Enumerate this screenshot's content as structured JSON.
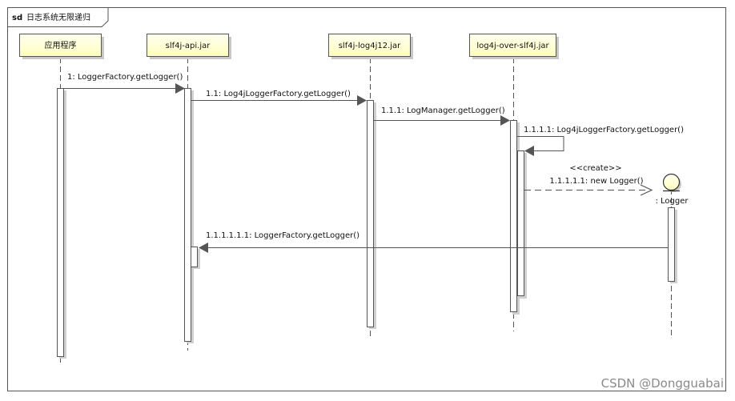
{
  "frame": {
    "keyword": "sd",
    "title": "日志系统无限递归"
  },
  "lifelines": [
    {
      "id": "app",
      "label": "应用程序"
    },
    {
      "id": "slf4j_api",
      "label": "slf4j-api.jar"
    },
    {
      "id": "slf4j_log4j12",
      "label": "slf4j-log4j12.jar"
    },
    {
      "id": "log4j_over_slf4j",
      "label": "log4j-over-slf4j.jar"
    },
    {
      "id": "logger",
      "label": ": Logger"
    }
  ],
  "messages": [
    {
      "label": "1: LoggerFactory.getLogger()"
    },
    {
      "label": "1.1: Log4jLoggerFactory.getLogger()"
    },
    {
      "label": "1.1.1: LogManager.getLogger()"
    },
    {
      "label": "1.1.1.1: Log4jLoggerFactory.getLogger()"
    },
    {
      "stereotype": "<<create>>",
      "label": "1.1.1.1.1: new Logger()"
    },
    {
      "label": "1.1.1.1.1.1: LoggerFactory.getLogger()"
    }
  ],
  "watermark": "CSDN @Dongguabai",
  "colors": {
    "header_fill": "#ffffc6",
    "line": "#555555",
    "shadow": "#c8c8c8"
  }
}
